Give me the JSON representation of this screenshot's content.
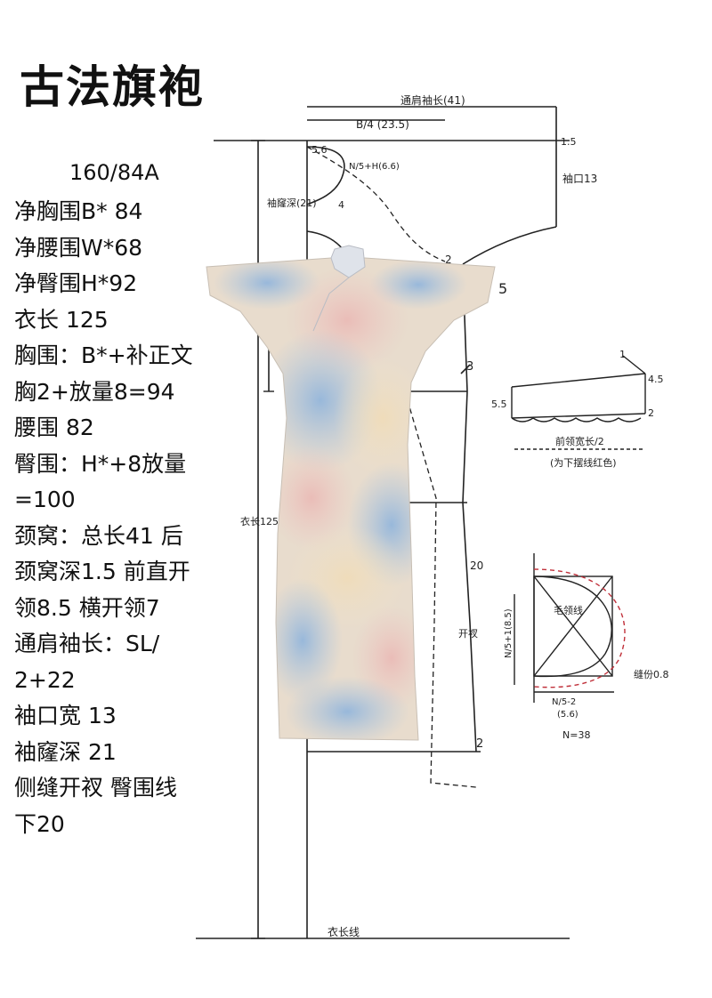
{
  "title": "古法旗袍",
  "size_label": "160/84A",
  "specs": [
    "净胸围B* 84",
    "净腰围W*68",
    "净臀围H*92",
    "衣长 125",
    "胸围：B*+补正文",
    "胸2+放量8=94",
    "腰围 82",
    "臀围：H*+8放量",
    "=100",
    "颈窝：总长41 后",
    "颈窝深1.5 前直开",
    "领8.5 横开领7",
    "通肩袖长：SL/",
    "2+22",
    "袖口宽 13",
    "袖窿深 21",
    "侧缝开衩 臀围线",
    "下20"
  ],
  "draft_labels": {
    "sleeve_total": "通肩袖长(41)",
    "bust_quarter": "B/4 (23.5)",
    "back_neck": "5.6",
    "neck_formula": "N/5+H(6.6)",
    "sleeve_cuff": "袖口13",
    "armhole_depth": "袖窿深(21)",
    "dim_1_5": "1.5",
    "num_2": "2",
    "num_5": "5",
    "num_3": "3",
    "num_4": "4",
    "num_2b": "2",
    "num_20": "20",
    "slit": "开衩",
    "garment_length": "衣长125",
    "hem_line": "衣长线",
    "placket_5_5": "5.5",
    "placket_4_5": "4.5",
    "placket_1": "1",
    "placket_2": "2",
    "placket_width": "前领宽长/2",
    "placket_note": "(为下摆线红色)",
    "collar_depth": "N/5+1(8.5)",
    "collar_front": "N/5-2",
    "collar_front_val": "(5.6)",
    "collar_n": "N=38",
    "collar_mark": "毛领线",
    "seam_allowance": "缝份0.8"
  },
  "colors": {
    "line": "#222222",
    "red_dash": "#c0303a",
    "dress_blue": "#a9c4e0",
    "dress_pink": "#ecc8c4",
    "dress_cream": "#efe2c8"
  }
}
